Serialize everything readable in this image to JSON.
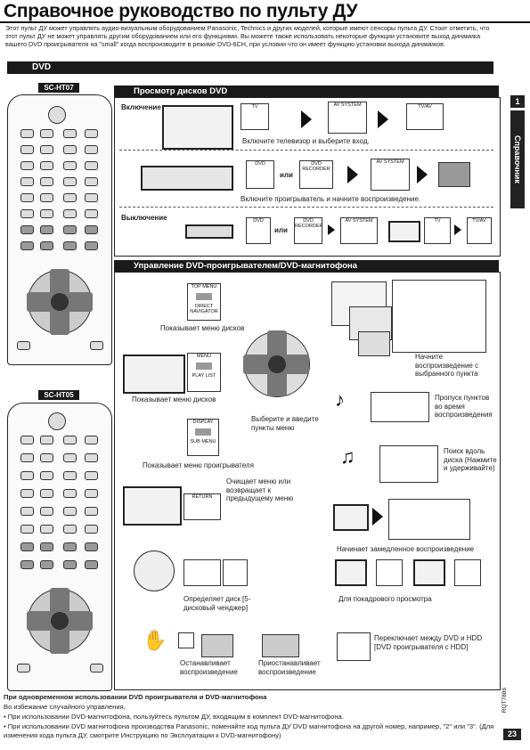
{
  "title": "Справочное руководство по пульту ДУ",
  "intro": "Этот пульт ДУ может управлять аудио-визуальным оборудованием Panasonic, Technics и других моделей, которые имеют сенсоры пульта ДУ. Стоит отметить, что этот пульт ДУ не может управлять другим оборудованием или его функциями. Вы можете также использовать некоторые функции установите выход динамика вашего DVD проигрывателя на \"small\" когда воспроизводите в режиме DVD-6CH, при условии что он имеет функцию установки выхода динамиков.",
  "dvd_bar": "DVD",
  "side_tab": "Справочник",
  "side_num": "1",
  "remotes": [
    {
      "tag": "SC-HT07"
    },
    {
      "tag": "SC-HT05"
    }
  ],
  "viewing": {
    "header": "Просмотр дисков DVD",
    "power_on": "Включение",
    "power_on_caption": "Включите телевизор и выберите вход.",
    "or1": "или",
    "start_caption": "Включите проигрыватель и начните воспроизведение.",
    "power_off": "Выключение",
    "or2": "или",
    "btn_tv": "TV",
    "btn_av_system": "AV SYSTEM",
    "btn_tvav": "TV/AV",
    "btn_dvd": "DVD",
    "btn_dvd_recorder": "DVD RECORDER"
  },
  "control": {
    "header": "Управление DVD-проигрывателем/DVD-магнитофона",
    "top_menu_btn": "TOP MENU",
    "direct_navigator": "DIRECT NAVIGATOR",
    "shows_disc_menu_1": "Показывает меню дисков",
    "start_from_item": "Начните воспроизведение с выбранного пункта",
    "menu_btn": "MENU",
    "play_list": "PLAY LIST",
    "shows_disc_menu_2": "Показывает меню дисков",
    "select_confirm": "Выберите и введите пункты меню",
    "skip": "Пропуск пунктов во время воспроизведения",
    "display_btn": "DISPLAY",
    "sub_menu": "SUB MENU",
    "shows_player_menu": "Показывает меню проигрывателя",
    "search": "Поиск вдоль диска (Нажмите и удерживайте)",
    "return_btn": "RETURN",
    "clears_menu": "Очищает меню или возвращает к предыдущему меню",
    "slow_play": "Начинает замедленное воспроизведение",
    "determines_disc": "Определяет диск [5-дисковый ченджер]",
    "frame_by_frame": "Для покадрового просмотра",
    "stops": "Останавливает воспроизведение",
    "pauses": "Приостанавливает воспроизведение",
    "switch_dvd_hdd": "Переключает между DVD и HDD [DVD проигрывателя с HDD]"
  },
  "footer": {
    "heading": "При одновременном использовании DVD проигрывателя и DVD-магнитофона",
    "line1": "Во избежание случайного управления,",
    "bullet1": "При использовании DVD-магнитофона, пользуйтесь пультом ДУ, входящим в комплект DVD-магнитофона.",
    "bullet2": "При использовании DVD магнитофона производства Panasonic, поменяйте код пульта ДУ DVD магнитофона на другой номер, например, \"2\" или \"3\". (Для изменения кода пульта ДУ, смотрите Инструкцию по Эксплуатации к DVD-магнитофону)"
  },
  "model_code": "RQT7886",
  "page_number": "23"
}
